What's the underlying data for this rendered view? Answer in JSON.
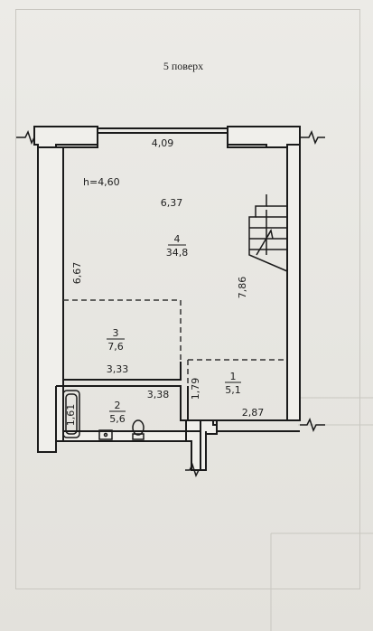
{
  "plan": {
    "floor_title": "5 поверх",
    "height_note": "h=4,60",
    "dimensions": {
      "top_wall": "4,09",
      "room4_width": "6,37",
      "left_wall": "6,67",
      "right_wall": "7,86",
      "room3_width": "3,33",
      "bath_width": "3,38",
      "bath_height": "1,61",
      "hall_height": "1,79",
      "hall_width": "2,87"
    },
    "rooms": [
      {
        "number": "4",
        "area": "34,8"
      },
      {
        "number": "3",
        "area": "7,6"
      },
      {
        "number": "1",
        "area": "5,1"
      },
      {
        "number": "2",
        "area": "5,6"
      }
    ]
  },
  "colors": {
    "paper": "#e9e7e2",
    "wall": "#1a1a1a",
    "dashed": "#333333",
    "faint": "#c9c7c1"
  },
  "icons": [
    "stairs-icon",
    "bathtub-icon",
    "toilet-icon",
    "sink-icon",
    "wall-break-icon"
  ]
}
